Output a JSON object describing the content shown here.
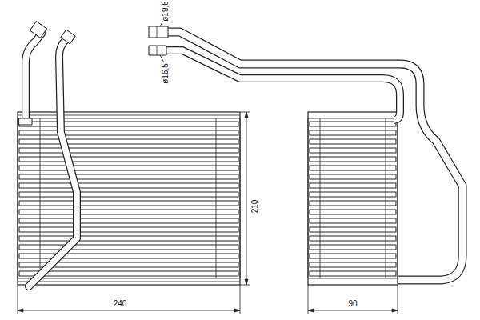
{
  "diagram": {
    "labels": [
      "ø19,6",
      "ø16,5",
      "210",
      "240",
      "90"
    ]
  }
}
